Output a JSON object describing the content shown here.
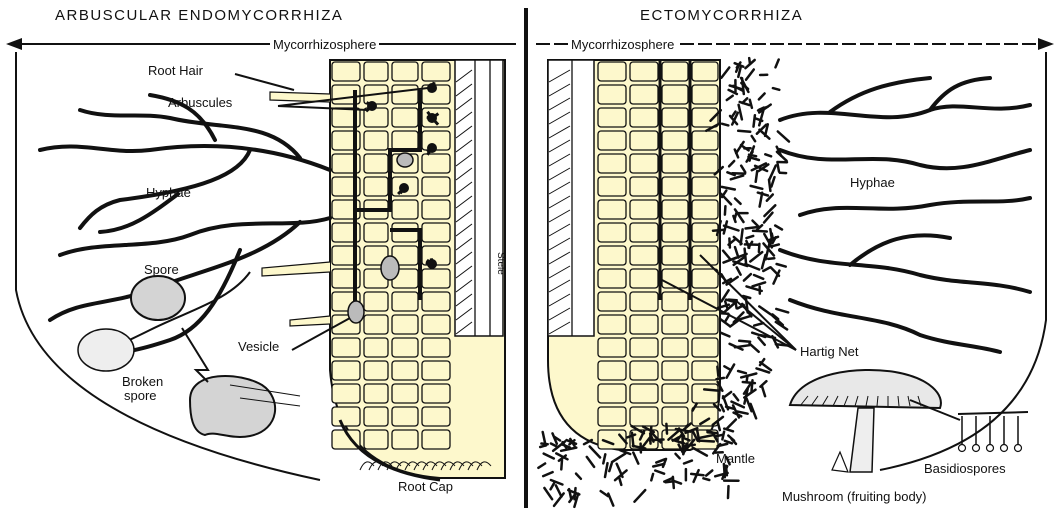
{
  "titles": {
    "left": "ARBUSCULAR ENDOMYCORRHIZA",
    "right": "ECTOMYCORRHIZA"
  },
  "zones": {
    "left": "Mycorrhizosphere",
    "right": "Mycorrhizosphere"
  },
  "labels": {
    "root_hair": "Root Hair",
    "arbuscules": "Arbuscules",
    "hyphae_left": "Hyphae",
    "spore": "Spore",
    "broken_spore_line1": "Broken",
    "broken_spore_line2": "spore",
    "vesicle": "Vesicle",
    "root_cap": "Root Cap",
    "stele": "Stele",
    "hyphae_right": "Hyphae",
    "hartig_net": "Hartig Net",
    "mantle": "Mantle",
    "basidiospores": "Basidiospores",
    "mushroom": "Mushroom (fruiting body)"
  },
  "colors": {
    "cell_fill": "#fdf8cc",
    "ink": "#111111",
    "spore_fill": "#d4d4d4",
    "background": "#ffffff"
  }
}
